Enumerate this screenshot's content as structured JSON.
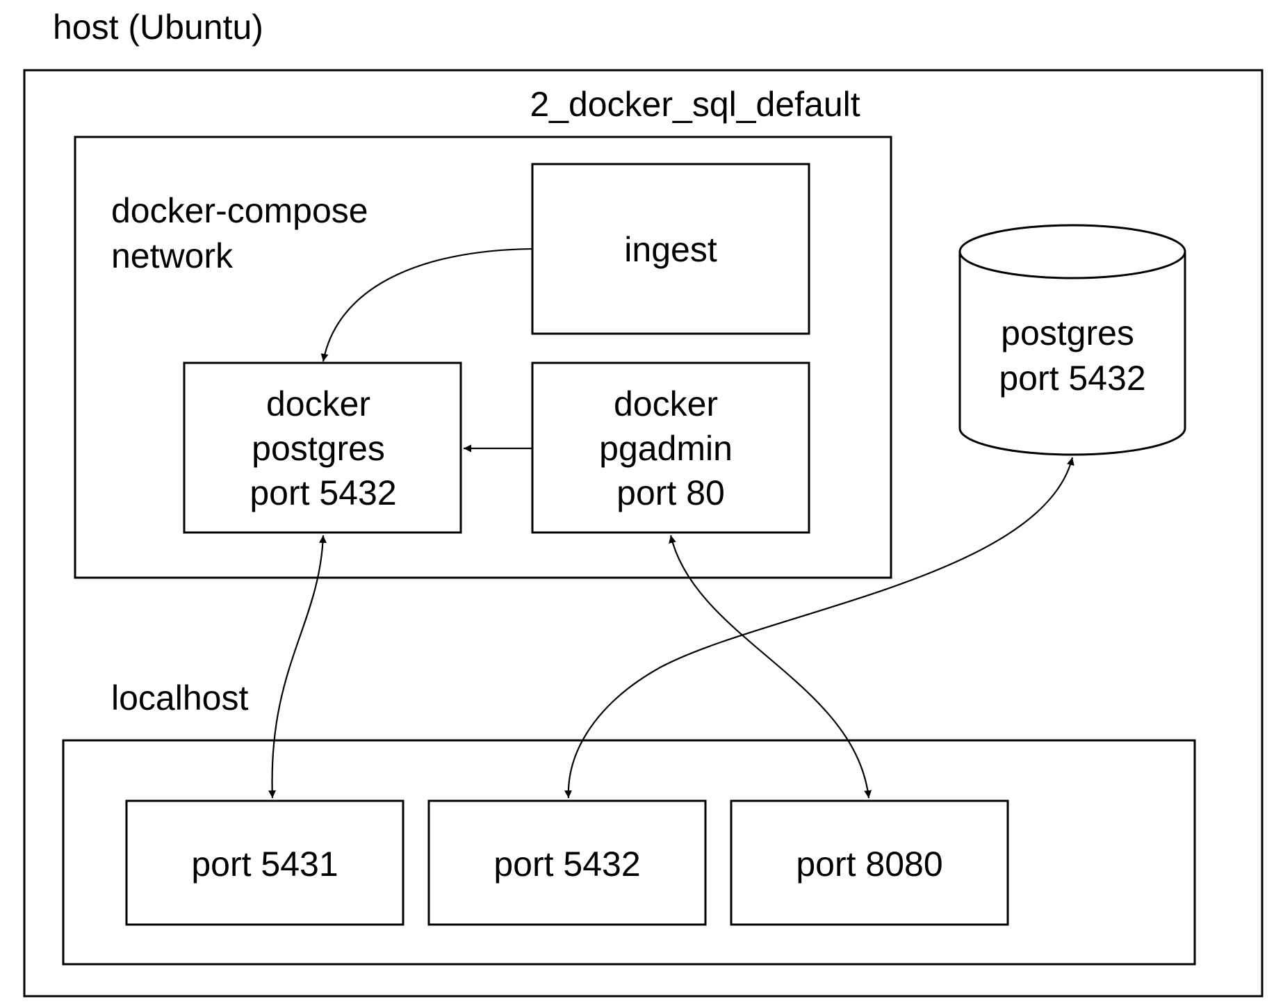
{
  "host": {
    "label": "host (Ubuntu)"
  },
  "network": {
    "name": "2_docker_sql_default",
    "label_lines": [
      "docker-compose",
      "network"
    ]
  },
  "containers": {
    "ingest": {
      "lines": [
        "ingest"
      ]
    },
    "postgres": {
      "lines": [
        "docker",
        "postgres",
        "port 5432"
      ]
    },
    "pgadmin": {
      "lines": [
        "docker",
        "pgadmin",
        "port 80"
      ]
    }
  },
  "local_postgres": {
    "lines": [
      "postgres",
      "port 5432"
    ]
  },
  "localhost": {
    "label": "localhost",
    "ports": [
      "port 5431",
      "port 5432",
      "port 8080"
    ]
  },
  "edges": [
    {
      "from": "ingest",
      "to": "docker postgres",
      "direction": "one-way"
    },
    {
      "from": "docker pgadmin",
      "to": "docker postgres",
      "direction": "one-way"
    },
    {
      "from": "docker postgres",
      "to": "port 5431",
      "direction": "two-way"
    },
    {
      "from": "docker pgadmin",
      "to": "port 8080",
      "direction": "two-way"
    },
    {
      "from": "postgres (host)",
      "to": "port 5432",
      "direction": "two-way"
    }
  ],
  "colors": {
    "stroke": "#000000",
    "fill": "#ffffff",
    "text": "#000000"
  }
}
